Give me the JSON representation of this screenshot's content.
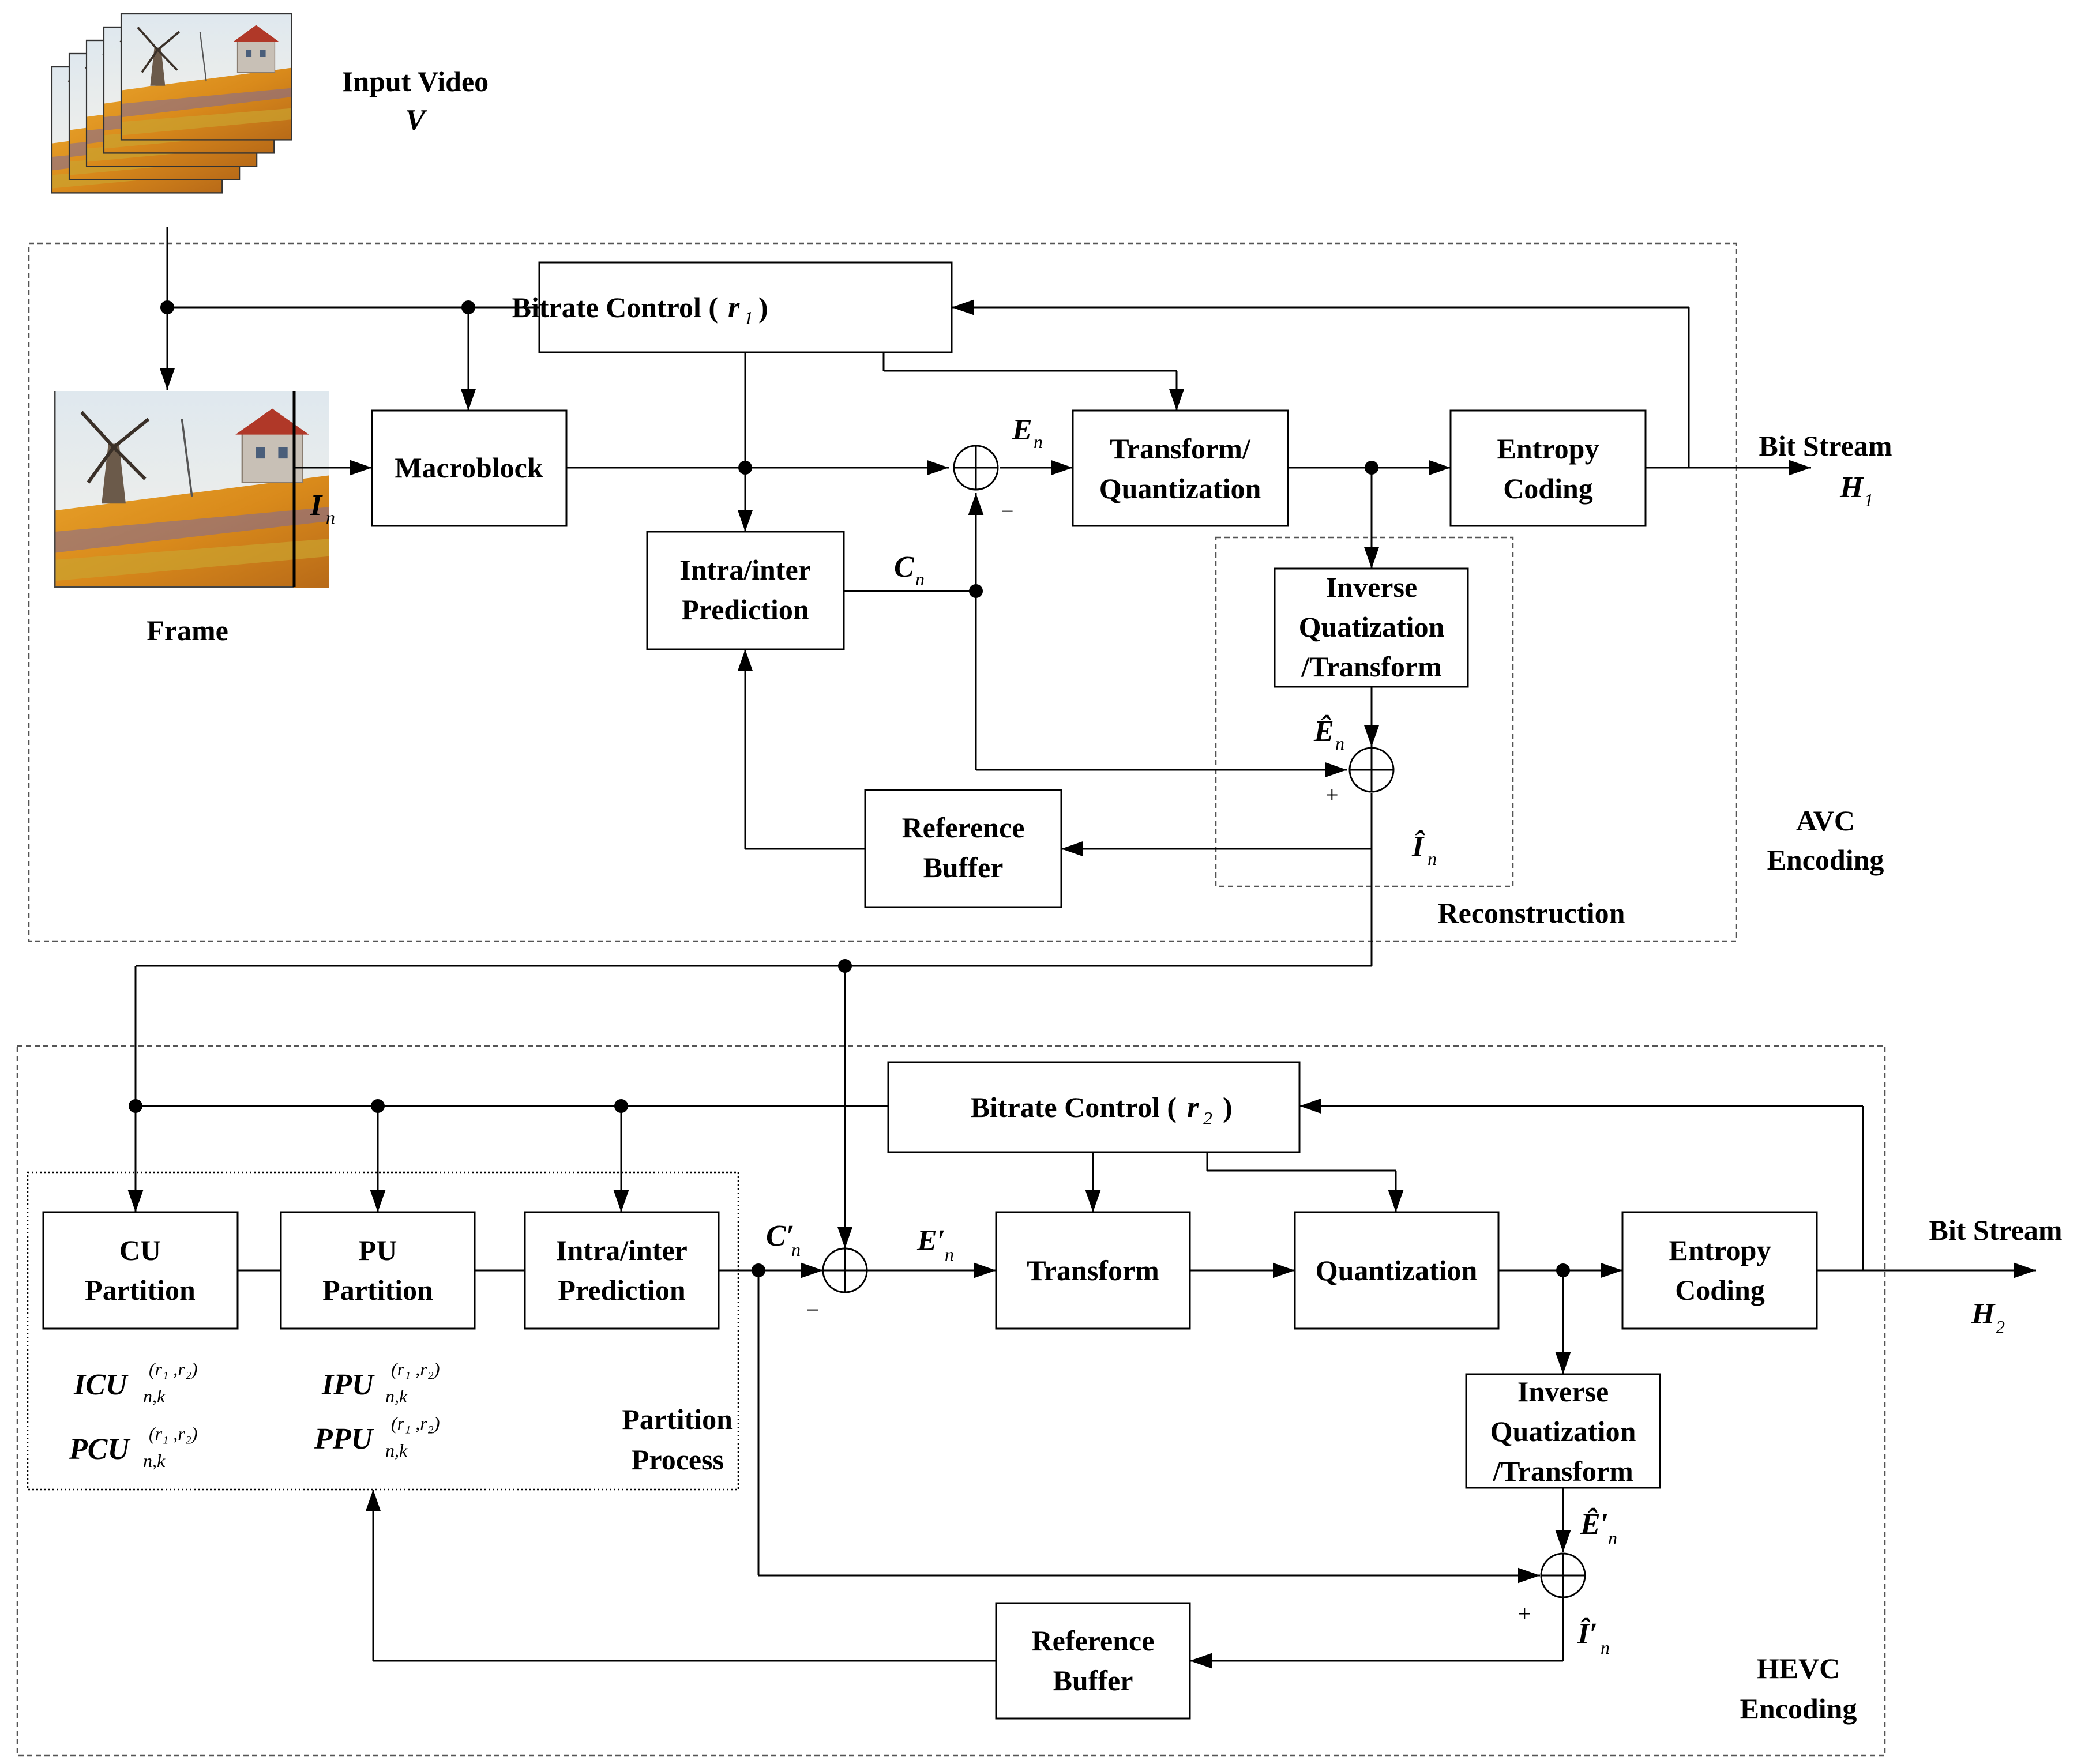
{
  "input": {
    "title": "Input Video",
    "symbol": "V",
    "frame_label": "Frame"
  },
  "avc": {
    "region_label_1": "AVC",
    "region_label_2": "Encoding",
    "bitrate_control": "Bitrate Control (",
    "bitrate_sym": "r",
    "bitrate_sub": "1",
    "bitrate_close": ")",
    "macroblock": "Macroblock",
    "intra_line1": "Intra/inter",
    "intra_line2": "Prediction",
    "transform_line1": "Transform/",
    "transform_line2": "Quantization",
    "entropy_line1": "Entropy",
    "entropy_line2": "Coding",
    "inverse_line1": "Inverse",
    "inverse_line2": "Quatization",
    "inverse_line3": "/Transform",
    "refbuf_line1": "Reference",
    "refbuf_line2": "Buffer",
    "reconstruction": "Reconstruction",
    "bitstream": "Bit Stream",
    "h_sym": "H",
    "h_sub": "1",
    "in_sym": "I",
    "in_sub": "n",
    "en_sym": "E",
    "en_sub": "n",
    "cn_sym": "C",
    "cn_sub": "n",
    "ehat_sym": "Ê",
    "ehat_sub": "n",
    "ihat_sym": "Î",
    "ihat_sub": "n",
    "minus": "−",
    "plus": "+"
  },
  "hevc": {
    "region_label_1": "HEVC",
    "region_label_2": "Encoding",
    "bitrate_control": "Bitrate Control (",
    "bitrate_sym": "r",
    "bitrate_sub": "2",
    "bitrate_close": ")",
    "cu_line1": "CU",
    "cu_line2": "Partition",
    "pu_line1": "PU",
    "pu_line2": "Partition",
    "intra_line1": "Intra/inter",
    "intra_line2": "Prediction",
    "transform": "Transform",
    "quantization": "Quantization",
    "entropy_line1": "Entropy",
    "entropy_line2": "Coding",
    "inverse_line1": "Inverse",
    "inverse_line2": "Quatization",
    "inverse_line3": "/Transform",
    "refbuf_line1": "Reference",
    "refbuf_line2": "Buffer",
    "partition_line1": "Partition",
    "partition_line2": "Process",
    "bitstream": "Bit Stream",
    "h_sym": "H",
    "h_sub": "2",
    "cn_sym": "C′",
    "cn_sub": "n",
    "en_sym": "E′",
    "en_sub": "n",
    "ehat_sym": "Ê′",
    "ehat_sub": "n",
    "ihat_sym": "Î′",
    "ihat_sub": "n",
    "icu_sym": "ICU",
    "pcu_sym": "PCU",
    "ipu_sym": "IPU",
    "ppu_sym": "PPU",
    "sup": "(r₁ ,r₂)",
    "sub_nk": "n,k",
    "minus": "−",
    "plus": "+"
  }
}
